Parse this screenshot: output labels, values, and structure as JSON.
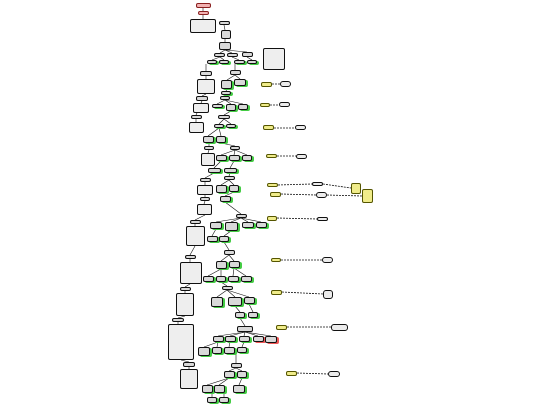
{
  "colors": {
    "node_fill": "#d9d9d9",
    "text_block_fill": "#eeeeee",
    "root_fill": "#f2b3b3",
    "note_fill": "#f0ec8a",
    "green_marker": "#44cc44",
    "red_marker": "#ee5555",
    "edge": "#111111"
  },
  "nodes": [
    {
      "id": "n1",
      "label": ""
    },
    {
      "id": "n2",
      "label": ""
    },
    {
      "id": "n3",
      "label": ""
    },
    {
      "id": "n4",
      "label": ""
    },
    {
      "id": "n5",
      "label": ""
    },
    {
      "id": "n6",
      "label": ""
    },
    {
      "id": "n7",
      "label": ""
    },
    {
      "id": "n8",
      "label": ""
    },
    {
      "id": "n9",
      "label": ""
    },
    {
      "id": "n10",
      "label": ""
    },
    {
      "id": "n11",
      "label": ""
    },
    {
      "id": "n12",
      "label": ""
    },
    {
      "id": "n13",
      "label": ""
    },
    {
      "id": "n14",
      "label": ""
    },
    {
      "id": "n15",
      "label": ""
    },
    {
      "id": "n16",
      "label": ""
    },
    {
      "id": "n17",
      "label": ""
    },
    {
      "id": "n18",
      "label": ""
    },
    {
      "id": "n19",
      "label": ""
    },
    {
      "id": "n20",
      "label": ""
    },
    {
      "id": "n21",
      "label": ""
    },
    {
      "id": "n22",
      "label": ""
    },
    {
      "id": "n23",
      "label": ""
    },
    {
      "id": "n24",
      "label": ""
    },
    {
      "id": "n25",
      "label": ""
    },
    {
      "id": "n26",
      "label": ""
    },
    {
      "id": "n27",
      "label": ""
    },
    {
      "id": "n28",
      "label": ""
    },
    {
      "id": "n29",
      "label": ""
    },
    {
      "id": "n30",
      "label": ""
    },
    {
      "id": "n31",
      "label": ""
    },
    {
      "id": "n32",
      "label": ""
    },
    {
      "id": "n33",
      "label": ""
    },
    {
      "id": "n34",
      "label": ""
    },
    {
      "id": "n35",
      "label": ""
    },
    {
      "id": "n36",
      "label": ""
    },
    {
      "id": "n37",
      "label": ""
    },
    {
      "id": "n38",
      "label": ""
    },
    {
      "id": "n39",
      "label": ""
    },
    {
      "id": "n40",
      "label": ""
    },
    {
      "id": "n41",
      "label": ""
    },
    {
      "id": "n42",
      "label": ""
    },
    {
      "id": "n43",
      "label": ""
    },
    {
      "id": "n44",
      "label": ""
    },
    {
      "id": "n45",
      "label": ""
    },
    {
      "id": "n46",
      "label": ""
    },
    {
      "id": "n47",
      "label": ""
    },
    {
      "id": "n48",
      "label": ""
    },
    {
      "id": "n49",
      "label": ""
    },
    {
      "id": "n50",
      "label": ""
    },
    {
      "id": "n51",
      "label": ""
    },
    {
      "id": "n52",
      "label": ""
    },
    {
      "id": "n53",
      "label": ""
    },
    {
      "id": "n54",
      "label": ""
    },
    {
      "id": "n55",
      "label": ""
    },
    {
      "id": "n56",
      "label": ""
    },
    {
      "id": "n57",
      "label": ""
    },
    {
      "id": "n58",
      "label": ""
    },
    {
      "id": "n59",
      "label": ""
    },
    {
      "id": "n60",
      "label": ""
    },
    {
      "id": "n61",
      "label": ""
    },
    {
      "id": "n62",
      "label": ""
    },
    {
      "id": "n63",
      "label": ""
    },
    {
      "id": "n64",
      "label": ""
    },
    {
      "id": "n65",
      "label": ""
    },
    {
      "id": "n66",
      "label": ""
    },
    {
      "id": "n67",
      "label": ""
    },
    {
      "id": "n68",
      "label": ""
    },
    {
      "id": "n69",
      "label": ""
    },
    {
      "id": "n70",
      "label": ""
    },
    {
      "id": "n71",
      "label": ""
    },
    {
      "id": "n72",
      "label": ""
    },
    {
      "id": "n73",
      "label": ""
    },
    {
      "id": "n74",
      "label": ""
    },
    {
      "id": "n75",
      "label": ""
    },
    {
      "id": "n76",
      "label": ""
    },
    {
      "id": "n77",
      "label": ""
    },
    {
      "id": "n78",
      "label": ""
    },
    {
      "id": "n79",
      "label": ""
    },
    {
      "id": "n80",
      "label": ""
    },
    {
      "id": "n81",
      "label": ""
    },
    {
      "id": "n82",
      "label": ""
    },
    {
      "id": "n83",
      "label": ""
    },
    {
      "id": "n84",
      "label": ""
    },
    {
      "id": "n85",
      "label": ""
    },
    {
      "id": "n86",
      "label": ""
    },
    {
      "id": "n87",
      "label": ""
    },
    {
      "id": "n88",
      "label": ""
    },
    {
      "id": "n89",
      "label": ""
    },
    {
      "id": "n90",
      "label": ""
    },
    {
      "id": "n91",
      "label": ""
    },
    {
      "id": "n92",
      "label": ""
    },
    {
      "id": "n93",
      "label": ""
    },
    {
      "id": "n94",
      "label": ""
    },
    {
      "id": "n95",
      "label": ""
    },
    {
      "id": "n96",
      "label": ""
    },
    {
      "id": "n97",
      "label": ""
    },
    {
      "id": "n98",
      "label": ""
    },
    {
      "id": "n99",
      "label": ""
    },
    {
      "id": "n100",
      "label": ""
    },
    {
      "id": "n101",
      "label": ""
    },
    {
      "id": "n102",
      "label": ""
    },
    {
      "id": "n103",
      "label": ""
    },
    {
      "id": "n104",
      "label": ""
    },
    {
      "id": "n105",
      "label": ""
    },
    {
      "id": "n106",
      "label": ""
    },
    {
      "id": "n107",
      "label": ""
    },
    {
      "id": "n108",
      "label": ""
    },
    {
      "id": "n109",
      "label": ""
    },
    {
      "id": "n110",
      "label": ""
    }
  ]
}
